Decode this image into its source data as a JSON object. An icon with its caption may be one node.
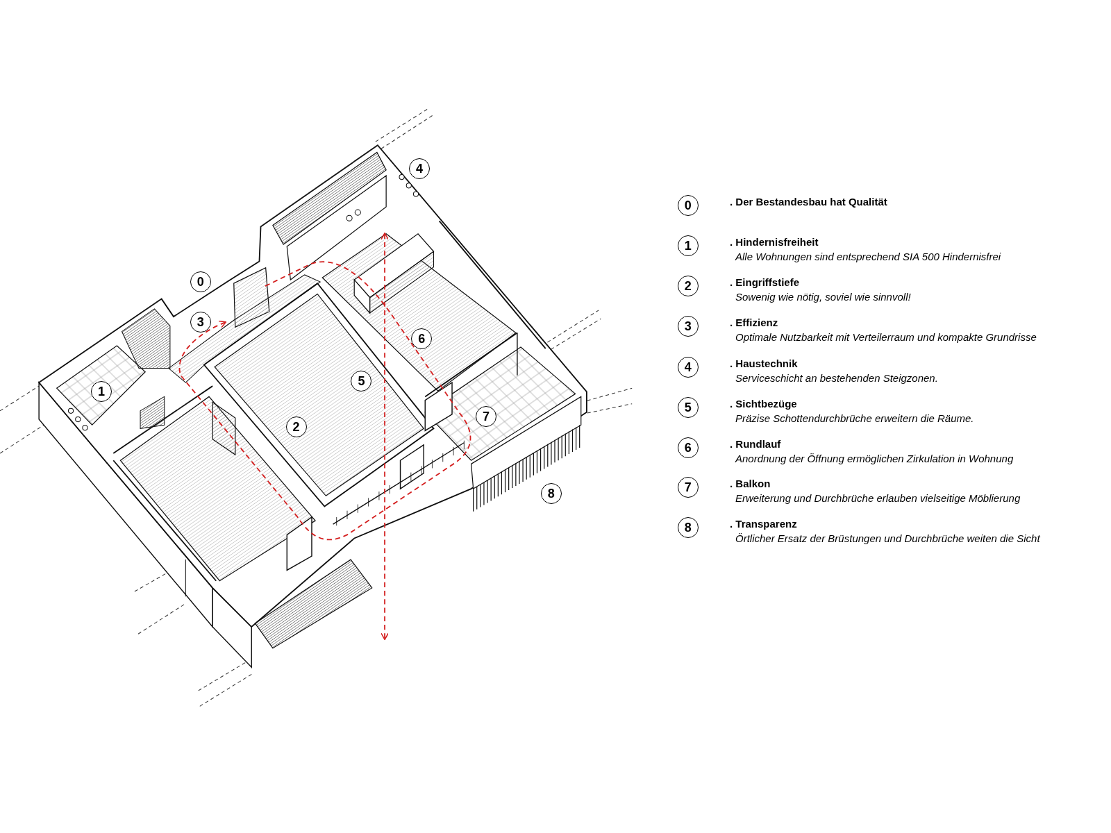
{
  "diagram": {
    "nodes": [
      {
        "text": [
          "4"
        ]
      },
      {
        "text": [
          "0"
        ]
      },
      {
        "text": [
          "3"
        ]
      },
      {
        "text": [
          "6"
        ]
      },
      {
        "text": [
          "5"
        ]
      },
      {
        "text": [
          "1"
        ]
      },
      {
        "text": [
          "7"
        ]
      },
      {
        "text": [
          "2"
        ]
      },
      {
        "text": [
          "8"
        ]
      },
      {
        "text": [
          "0"
        ],
        "beside": [
          ". Der Bestandesbau hat Qualität"
        ]
      },
      {
        "text": [
          "1"
        ],
        "beside": [
          ". Hindernisfreiheit",
          "Alle Wohnungen sind entsprechend SIA 500 Hindernisfrei"
        ]
      },
      {
        "text": [
          "2"
        ],
        "beside": [
          ". Eingriffstiefe",
          "Sowenig wie nötig, soviel wie sinnvoll!"
        ]
      },
      {
        "text": [
          "3"
        ],
        "beside": [
          ". Effizienz",
          "Optimale Nutzbarkeit mit Verteilerraum und kompakte Grundrisse"
        ]
      },
      {
        "text": [
          "4"
        ],
        "beside": [
          ". Haustechnik",
          "Serviceschicht an bestehenden Steigzonen."
        ]
      },
      {
        "text": [
          "5"
        ],
        "beside": [
          ". Sichtbezüge",
          "Präzise Schottendurchbrüche erweitern die Räume."
        ]
      },
      {
        "text": [
          "6"
        ],
        "beside": [
          ". Rundlauf",
          "Anordnung der Öffnung ermöglichen Zirkulation in Wohnung"
        ]
      },
      {
        "text": [
          "7"
        ],
        "beside": [
          ". Balkon",
          "Erweiterung und Durchbrüche erlauben vielseitige Möblierung"
        ]
      },
      {
        "text": [
          "8"
        ],
        "beside": [
          ". Transparenz",
          "Örtlicher Ersatz der Brüstungen und Durchbrüche weiten die Sicht"
        ]
      }
    ]
  }
}
